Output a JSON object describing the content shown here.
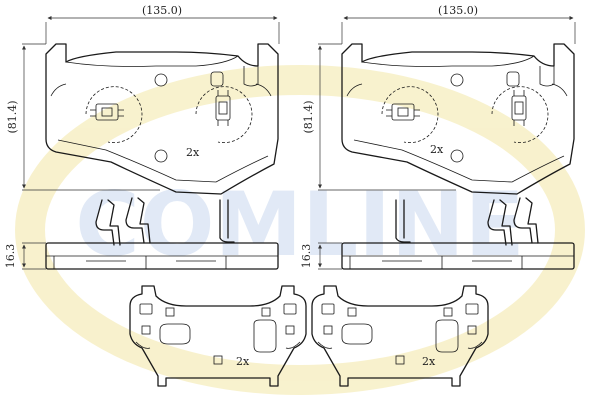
{
  "dimensions": {
    "width_left": "(135.0)",
    "width_right": "(135.0)",
    "height_left": "(81.4)",
    "height_right": "(81.4)",
    "thickness_left": "16.3",
    "thickness_right": "16.3"
  },
  "quantities": {
    "pad_left": "2x",
    "pad_right": "2x",
    "shim_left": "2x",
    "shim_right": "2x"
  },
  "watermark": {
    "text": "COMLINE",
    "color": "#c9d8ef",
    "accent_color": "#f3e7a6"
  }
}
